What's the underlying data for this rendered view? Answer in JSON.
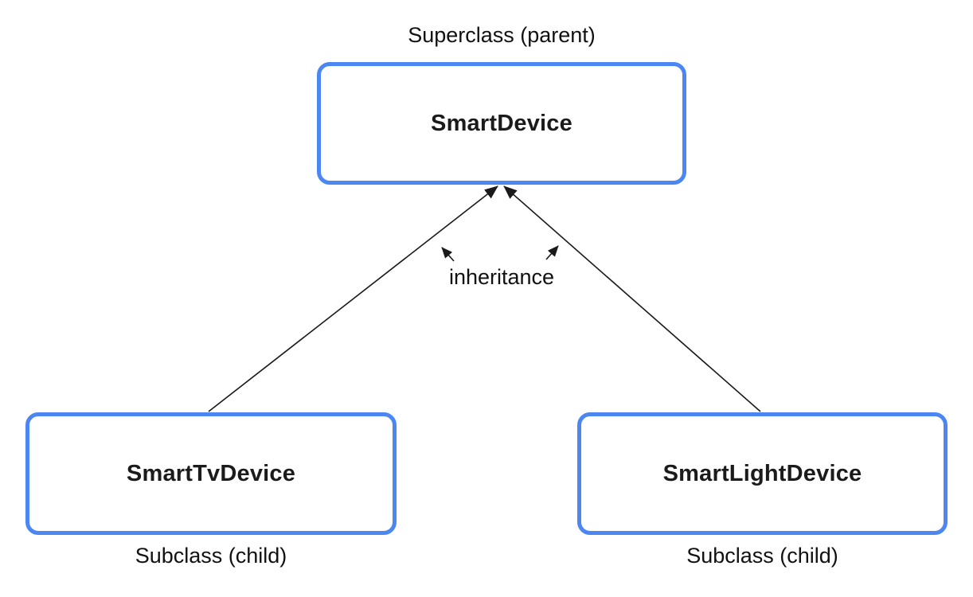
{
  "diagram": {
    "title_context": "Kotlin class inheritance diagram",
    "colors": {
      "box_border": "#4c86f0",
      "box_fill": "#ffffff",
      "line": "#1a1a1a",
      "text": "#111111"
    },
    "superclass_label": "Superclass (parent)",
    "inheritance_label": "inheritance",
    "nodes": [
      {
        "id": "smart-device",
        "title": "SmartDevice",
        "role": "superclass",
        "caption": ""
      },
      {
        "id": "smart-tv-device",
        "title": "SmartTvDevice",
        "role": "subclass",
        "caption": "Subclass (child)"
      },
      {
        "id": "smart-light-device",
        "title": "SmartLightDevice",
        "role": "subclass",
        "caption": "Subclass (child)"
      }
    ],
    "edges": [
      {
        "from": "smart-tv-device",
        "to": "smart-device",
        "type": "inheritance"
      },
      {
        "from": "smart-light-device",
        "to": "smart-device",
        "type": "inheritance"
      }
    ]
  }
}
